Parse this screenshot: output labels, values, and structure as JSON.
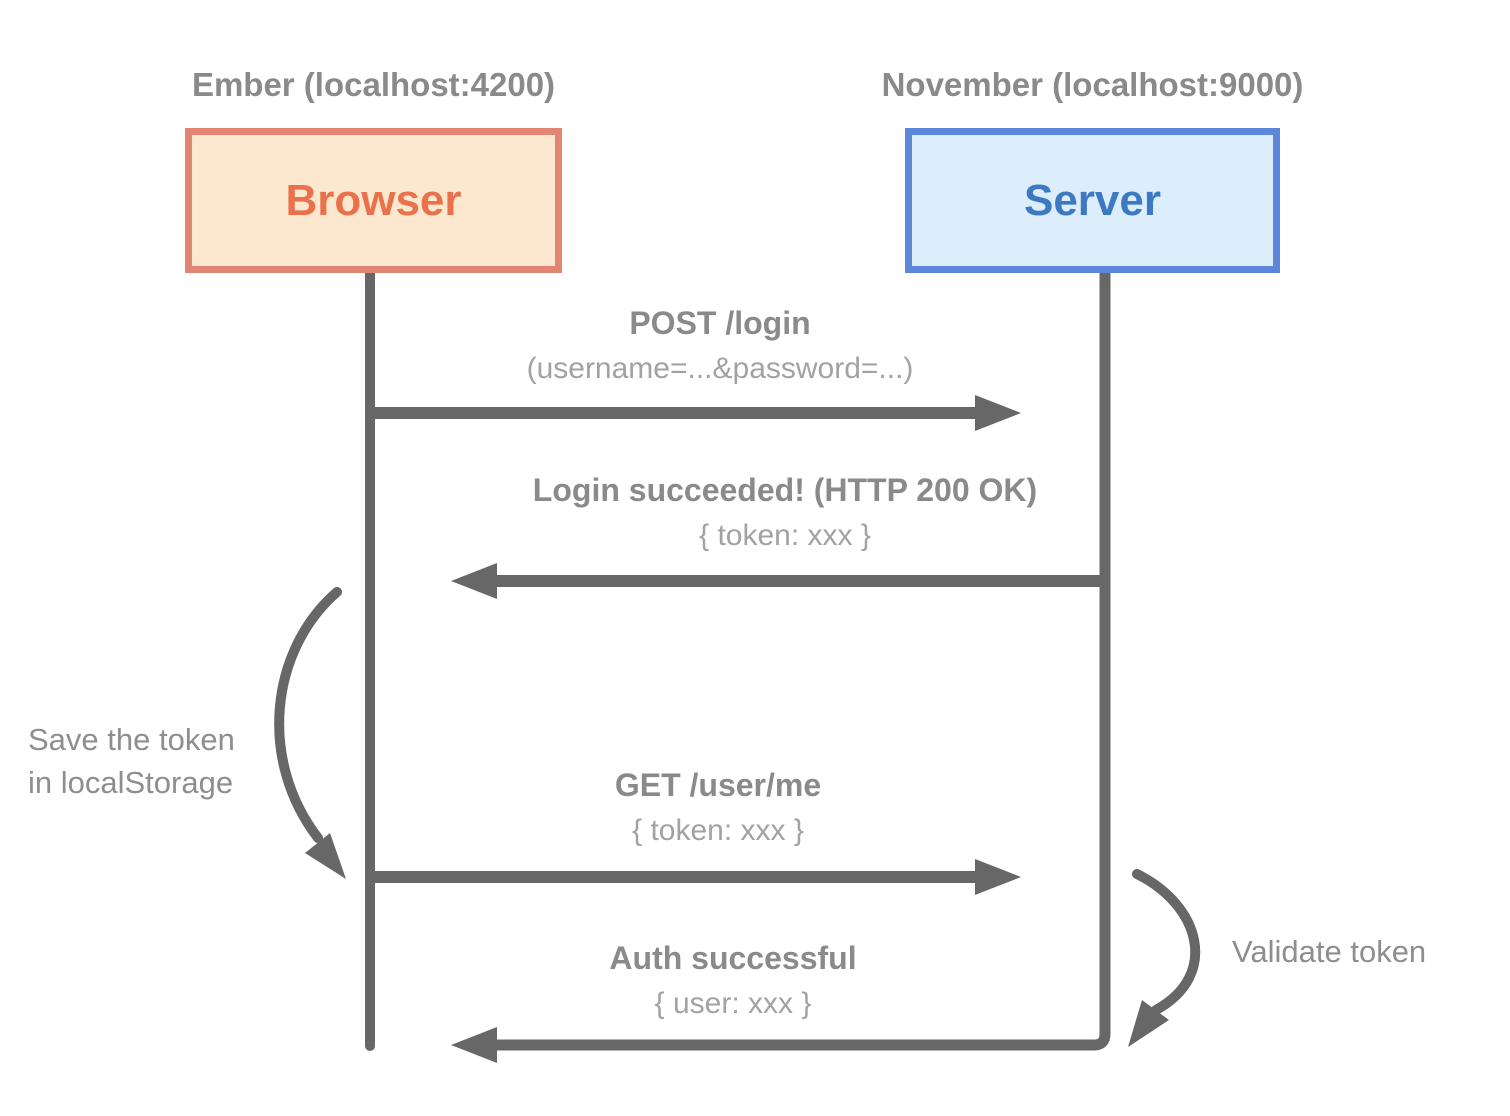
{
  "actors": {
    "browser": {
      "header": "Ember (localhost:4200)",
      "label": "Browser"
    },
    "server": {
      "header": "November (localhost:9000)",
      "label": "Server"
    }
  },
  "messages": [
    {
      "from": "browser",
      "to": "server",
      "title": "POST /login",
      "detail": "(username=...&password=...)"
    },
    {
      "from": "server",
      "to": "browser",
      "title": "Login succeeded! (HTTP 200 OK)",
      "detail": "{ token: xxx }"
    },
    {
      "from": "browser",
      "to": "server",
      "title": "GET /user/me",
      "detail": "{ token: xxx }"
    },
    {
      "from": "server",
      "to": "browser",
      "title": "Auth successful",
      "detail": "{ user: xxx }"
    }
  ],
  "notes": {
    "save_token": {
      "line1": "Save the token",
      "line2": "in localStorage",
      "side": "left"
    },
    "validate_token": {
      "text": "Validate token",
      "side": "right"
    }
  },
  "colors": {
    "browser_border": "#e28673",
    "browser_fill": "#fce8ce",
    "browser_text": "#e9724c",
    "server_border": "#5b86da",
    "server_fill": "#dcedfb",
    "server_text": "#3d79c3",
    "line_gray": "#676767",
    "title_gray": "#8a8a8a",
    "detail_gray": "#a2a2a2",
    "note_gray": "#8e8e8e"
  }
}
